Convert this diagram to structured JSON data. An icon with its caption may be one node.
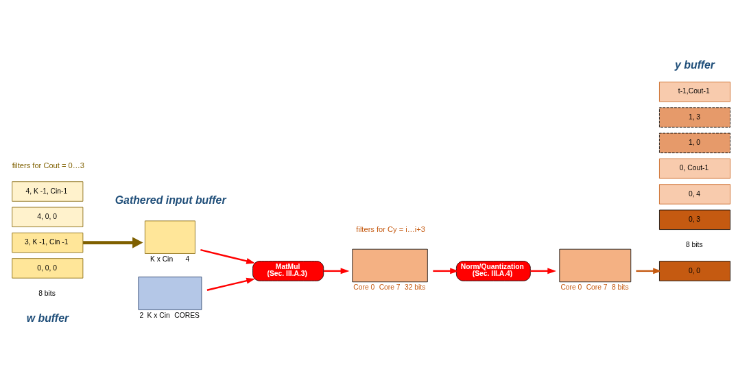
{
  "diagram": {
    "nodes": [
      {
        "text": [
          "0, 0, 0"
        ]
      },
      {
        "text": [
          "3, K -1, Cin -1"
        ]
      },
      {
        "text": [
          "4, 0, 0"
        ]
      },
      {
        "text": [
          "4, K -1, Cin-1"
        ]
      },
      {
        "text": [],
        "shape": "box",
        "beside": [
          "K x Cin",
          "4"
        ]
      },
      {
        "text": [],
        "shape": "box",
        "beside": [
          "2",
          "K x Cin",
          "CORES"
        ]
      },
      {
        "text": [
          "MatMul",
          "(Sec. III.A.3)"
        ]
      },
      {
        "text": [],
        "shape": "box",
        "beside": [
          "Core 0",
          "Core 7",
          "32 bits"
        ]
      },
      {
        "text": [
          "Norm/Quantization",
          "(Sec. III.A.4)"
        ]
      },
      {
        "text": [],
        "shape": "box",
        "beside": [
          "Core 0",
          "Core 7",
          "8 bits"
        ]
      },
      {
        "text": [
          "0, 0"
        ]
      },
      {
        "text": [
          "0, 3"
        ]
      },
      {
        "text": [
          "0, 4"
        ]
      },
      {
        "text": [
          "0, Cout-1"
        ]
      },
      {
        "text": [
          "1, 0"
        ]
      },
      {
        "text": [
          "1, 3"
        ]
      },
      {
        "text": [
          "t-1,Cout-1"
        ]
      }
    ],
    "edges": [
      {
        "from": 1,
        "to": 4,
        "arrow": "to",
        "style": "thick",
        "color": "#7f6000"
      },
      {
        "from": 4,
        "to": 6,
        "arrow": "to"
      },
      {
        "from": 5,
        "to": 6,
        "arrow": "to"
      },
      {
        "from": 6,
        "to": 7,
        "arrow": "to"
      },
      {
        "from": 7,
        "to": 8,
        "arrow": "to"
      },
      {
        "from": 8,
        "to": 9,
        "arrow": "to"
      },
      {
        "from": 9,
        "to": 10,
        "arrow": "to",
        "color": "#c55a11"
      }
    ],
    "labels": [
      "w buffer",
      "8 bits",
      "filters for Cout = 0…3",
      "Gathered input buffer",
      "filters for Cy = i…i+3",
      "8 bits",
      "y buffer"
    ]
  }
}
